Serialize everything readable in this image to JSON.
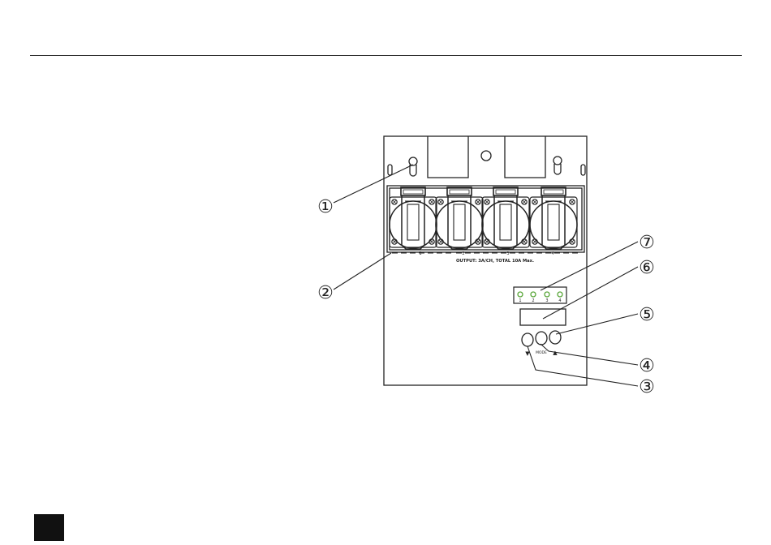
{
  "device": {
    "output_label": "OUTPUT: 3A/CH, TOTAL 10A Max.",
    "socket_numbers": [
      "1",
      "2",
      "3",
      "4"
    ],
    "led_numbers": [
      "1",
      "2",
      "3",
      "4"
    ],
    "button_labels": {
      "down": "▼",
      "mode": "MODE",
      "up": "▲"
    }
  },
  "callouts": [
    {
      "id": "1",
      "glyph": "①"
    },
    {
      "id": "2",
      "glyph": "②"
    },
    {
      "id": "3",
      "glyph": "③"
    },
    {
      "id": "4",
      "glyph": "④"
    },
    {
      "id": "5",
      "glyph": "⑤"
    },
    {
      "id": "6",
      "glyph": "⑥"
    },
    {
      "id": "7",
      "glyph": "⑦"
    }
  ],
  "colors": {
    "line": "#222222",
    "led": "#5aa63a",
    "page_marker": "#111111"
  }
}
